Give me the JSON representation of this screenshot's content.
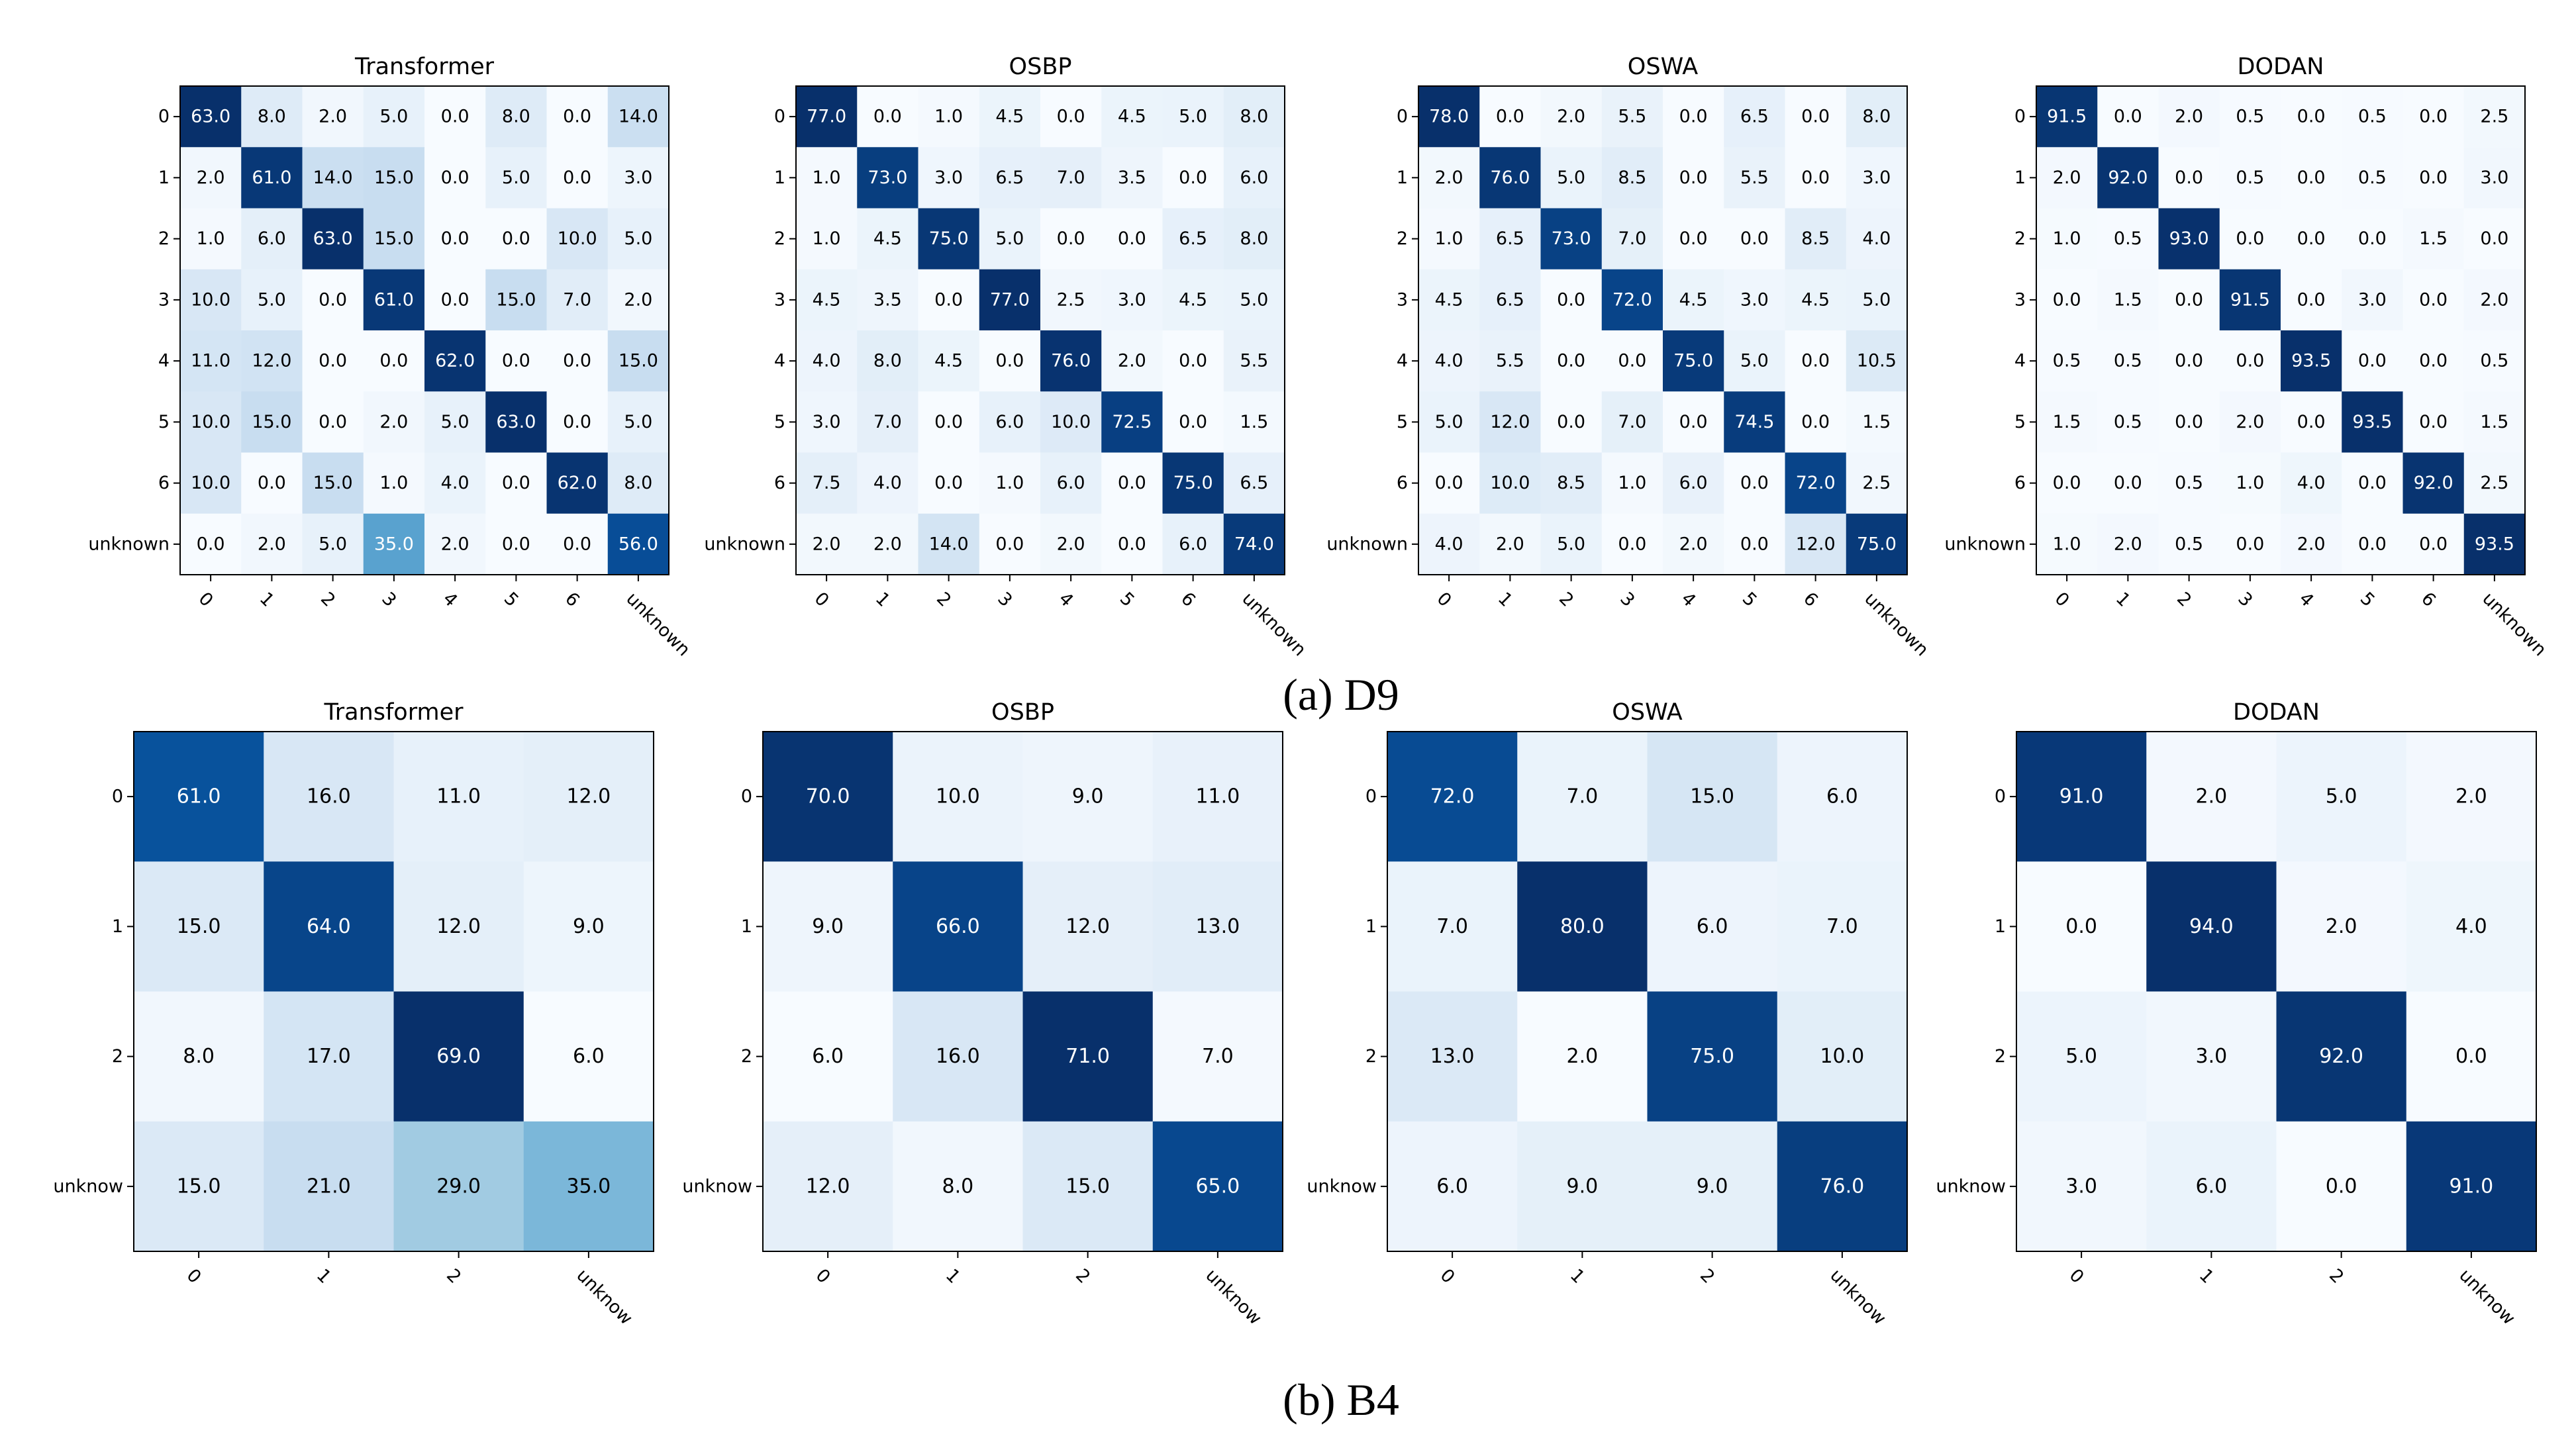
{
  "chart_data": [
    {
      "type": "heatmap",
      "group": "D9",
      "title": "Transformer",
      "labels": [
        "0",
        "1",
        "2",
        "3",
        "4",
        "5",
        "6",
        "unknown"
      ],
      "values": [
        [
          63.0,
          8.0,
          2.0,
          5.0,
          0.0,
          8.0,
          0.0,
          14.0
        ],
        [
          2.0,
          61.0,
          14.0,
          15.0,
          0.0,
          5.0,
          0.0,
          3.0
        ],
        [
          1.0,
          6.0,
          63.0,
          15.0,
          0.0,
          0.0,
          10.0,
          5.0
        ],
        [
          10.0,
          5.0,
          0.0,
          61.0,
          0.0,
          15.0,
          7.0,
          2.0
        ],
        [
          11.0,
          12.0,
          0.0,
          0.0,
          62.0,
          0.0,
          0.0,
          15.0
        ],
        [
          10.0,
          15.0,
          0.0,
          2.0,
          5.0,
          63.0,
          0.0,
          5.0
        ],
        [
          10.0,
          0.0,
          15.0,
          1.0,
          4.0,
          0.0,
          62.0,
          8.0
        ],
        [
          0.0,
          2.0,
          5.0,
          35.0,
          2.0,
          0.0,
          0.0,
          56.0
        ]
      ]
    },
    {
      "type": "heatmap",
      "group": "D9",
      "title": "OSBP",
      "labels": [
        "0",
        "1",
        "2",
        "3",
        "4",
        "5",
        "6",
        "unknown"
      ],
      "values": [
        [
          77.0,
          0.0,
          1.0,
          4.5,
          0.0,
          4.5,
          5.0,
          8.0
        ],
        [
          1.0,
          73.0,
          3.0,
          6.5,
          7.0,
          3.5,
          0.0,
          6.0
        ],
        [
          1.0,
          4.5,
          75.0,
          5.0,
          0.0,
          0.0,
          6.5,
          8.0
        ],
        [
          4.5,
          3.5,
          0.0,
          77.0,
          2.5,
          3.0,
          4.5,
          5.0
        ],
        [
          4.0,
          8.0,
          4.5,
          0.0,
          76.0,
          2.0,
          0.0,
          5.5
        ],
        [
          3.0,
          7.0,
          0.0,
          6.0,
          10.0,
          72.5,
          0.0,
          1.5
        ],
        [
          7.5,
          4.0,
          0.0,
          1.0,
          6.0,
          0.0,
          75.0,
          6.5
        ],
        [
          2.0,
          2.0,
          14.0,
          0.0,
          2.0,
          0.0,
          6.0,
          74.0
        ]
      ]
    },
    {
      "type": "heatmap",
      "group": "D9",
      "title": "OSWA",
      "labels": [
        "0",
        "1",
        "2",
        "3",
        "4",
        "5",
        "6",
        "unknown"
      ],
      "values": [
        [
          78.0,
          0.0,
          2.0,
          5.5,
          0.0,
          6.5,
          0.0,
          8.0
        ],
        [
          2.0,
          76.0,
          5.0,
          8.5,
          0.0,
          5.5,
          0.0,
          3.0
        ],
        [
          1.0,
          6.5,
          73.0,
          7.0,
          0.0,
          0.0,
          8.5,
          4.0
        ],
        [
          4.5,
          6.5,
          0.0,
          72.0,
          4.5,
          3.0,
          4.5,
          5.0
        ],
        [
          4.0,
          5.5,
          0.0,
          0.0,
          75.0,
          5.0,
          0.0,
          10.5
        ],
        [
          5.0,
          12.0,
          0.0,
          7.0,
          0.0,
          74.5,
          0.0,
          1.5
        ],
        [
          0.0,
          10.0,
          8.5,
          1.0,
          6.0,
          0.0,
          72.0,
          2.5
        ],
        [
          4.0,
          2.0,
          5.0,
          0.0,
          2.0,
          0.0,
          12.0,
          75.0
        ]
      ]
    },
    {
      "type": "heatmap",
      "group": "D9",
      "title": "DODAN",
      "labels": [
        "0",
        "1",
        "2",
        "3",
        "4",
        "5",
        "6",
        "unknown"
      ],
      "values": [
        [
          91.5,
          0.0,
          2.0,
          0.5,
          0.0,
          0.5,
          0.0,
          2.5
        ],
        [
          2.0,
          92.0,
          0.0,
          0.5,
          0.0,
          0.5,
          0.0,
          3.0
        ],
        [
          1.0,
          0.5,
          93.0,
          0.0,
          0.0,
          0.0,
          1.5,
          0.0
        ],
        [
          0.0,
          1.5,
          0.0,
          91.5,
          0.0,
          3.0,
          0.0,
          2.0
        ],
        [
          0.5,
          0.5,
          0.0,
          0.0,
          93.5,
          0.0,
          0.0,
          0.5
        ],
        [
          1.5,
          0.5,
          0.0,
          2.0,
          0.0,
          93.5,
          0.0,
          1.5
        ],
        [
          0.0,
          0.0,
          0.5,
          1.0,
          4.0,
          0.0,
          92.0,
          2.5
        ],
        [
          1.0,
          2.0,
          0.5,
          0.0,
          2.0,
          0.0,
          0.0,
          93.5
        ]
      ]
    },
    {
      "type": "heatmap",
      "group": "B4",
      "title": "Transformer",
      "labels": [
        "0",
        "1",
        "2",
        "unknow"
      ],
      "values": [
        [
          61.0,
          16.0,
          11.0,
          12.0
        ],
        [
          15.0,
          64.0,
          12.0,
          9.0
        ],
        [
          8.0,
          17.0,
          69.0,
          6.0
        ],
        [
          15.0,
          21.0,
          29.0,
          35.0
        ]
      ]
    },
    {
      "type": "heatmap",
      "group": "B4",
      "title": "OSBP",
      "labels": [
        "0",
        "1",
        "2",
        "unknow"
      ],
      "values": [
        [
          70.0,
          10.0,
          9.0,
          11.0
        ],
        [
          9.0,
          66.0,
          12.0,
          13.0
        ],
        [
          6.0,
          16.0,
          71.0,
          7.0
        ],
        [
          12.0,
          8.0,
          15.0,
          65.0
        ]
      ]
    },
    {
      "type": "heatmap",
      "group": "B4",
      "title": "OSWA",
      "labels": [
        "0",
        "1",
        "2",
        "unknow"
      ],
      "values": [
        [
          72.0,
          7.0,
          15.0,
          6.0
        ],
        [
          7.0,
          80.0,
          6.0,
          7.0
        ],
        [
          13.0,
          2.0,
          75.0,
          10.0
        ],
        [
          6.0,
          9.0,
          9.0,
          76.0
        ]
      ]
    },
    {
      "type": "heatmap",
      "group": "B4",
      "title": "DODAN",
      "labels": [
        "0",
        "1",
        "2",
        "unknow"
      ],
      "values": [
        [
          91.0,
          2.0,
          5.0,
          2.0
        ],
        [
          0.0,
          94.0,
          2.0,
          4.0
        ],
        [
          5.0,
          3.0,
          92.0,
          0.0
        ],
        [
          3.0,
          6.0,
          0.0,
          91.0
        ]
      ]
    }
  ],
  "captions": {
    "a": "(a)  D9",
    "b": "(b)  B4"
  },
  "colormap": [
    "#f7fbff",
    "#deebf7",
    "#c6dbef",
    "#9ecae1",
    "#6baed6",
    "#4292c6",
    "#2171b5",
    "#08519c",
    "#08306b"
  ]
}
